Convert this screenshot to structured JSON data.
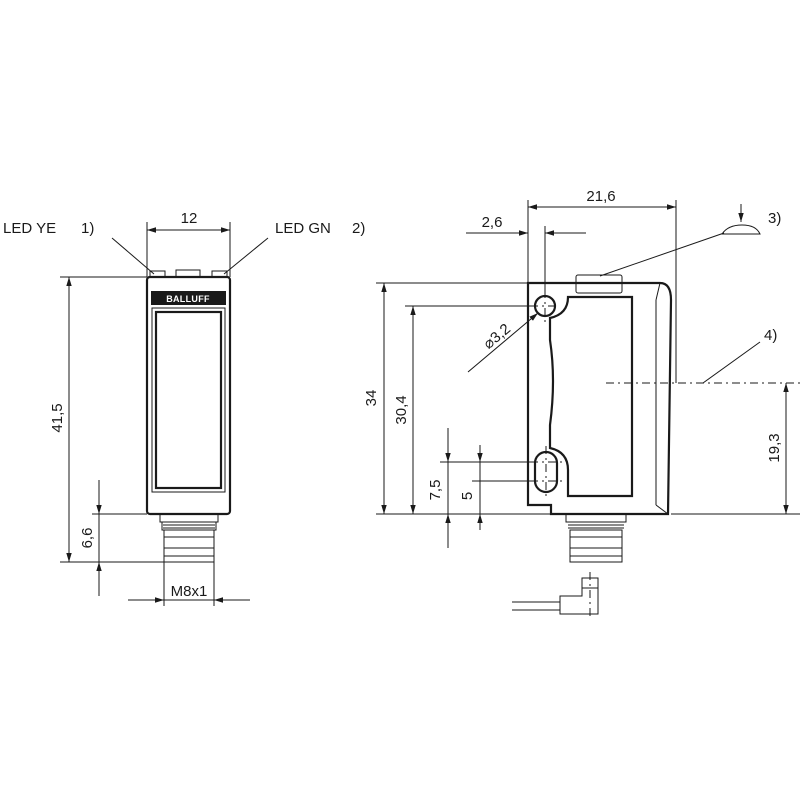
{
  "front_view": {
    "led_ye": "LED YE",
    "led_ye_note": "1)",
    "led_gn": "LED GN",
    "led_gn_note": "2)",
    "width_dim": "12",
    "height_dim": "41,5",
    "connector_dim": "6,6",
    "thread_dim": "M8x1",
    "brand_logo": "BALLUFF"
  },
  "side_view": {
    "width_dim": "21,6",
    "offset_dim": "2,6",
    "hole_dim": "⌀3,2",
    "height_dim": "34",
    "hole_spacing_dim": "30,4",
    "slot_dim": "7,5",
    "slot_width_dim": "5",
    "axis_dim": "19,3",
    "note_3": "3)",
    "note_4": "4)"
  },
  "colors": {
    "line": "#1a1a1a",
    "background": "#ffffff"
  }
}
